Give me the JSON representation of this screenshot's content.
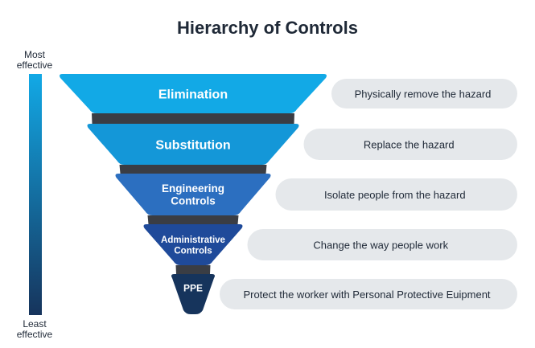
{
  "title": "Hierarchy of Controls",
  "scale": {
    "top_label_line1": "Most",
    "top_label_line2": "effective",
    "bottom_label_line1": "Least",
    "bottom_label_line2": "effective",
    "color_top": "#12a9e6",
    "color_bottom": "#16345c"
  },
  "colors": {
    "connector": "#3a3d44",
    "description_bg": "#e5e8eb",
    "description_text": "#1f2937",
    "level_text": "#ffffff"
  },
  "levels": [
    {
      "name_lines": [
        "Elimination"
      ],
      "description": "Physically remove the hazard",
      "color": "#12a9e6"
    },
    {
      "name_lines": [
        "Substitution"
      ],
      "description": "Replace the hazard",
      "color": "#1497d8"
    },
    {
      "name_lines": [
        "Engineering",
        "Controls"
      ],
      "description": "Isolate people from the hazard",
      "color": "#2c6fc0"
    },
    {
      "name_lines": [
        "Administrative",
        "Controls"
      ],
      "description": "Change the way people work",
      "color": "#1f4a9a"
    },
    {
      "name_lines": [
        "PPE"
      ],
      "description": "Protect the worker with Personal Protective Euipment",
      "color": "#16345c"
    }
  ]
}
